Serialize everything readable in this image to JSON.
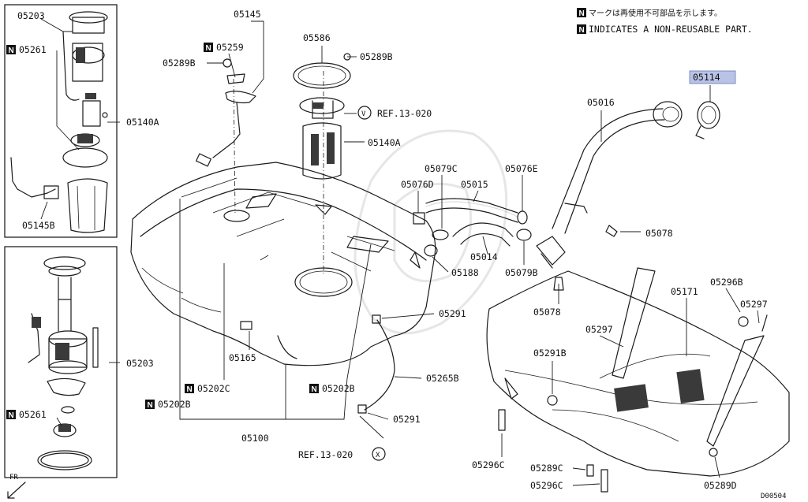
{
  "legend": {
    "n_mark": "N",
    "line_jp": "マークは再使用不可部品を示します。",
    "line_en": "INDICATES A NON-REUSABLE PART."
  },
  "labels": {
    "p05203_top": "05203",
    "p05261_top": "05261",
    "p05140A_left": "05140A",
    "p05145B": "05145B",
    "p05203_mid": "05203",
    "p05261_bot": "05261",
    "p05145": "05145",
    "p05259": "05259",
    "p05289B_left": "05289B",
    "p05586": "05586",
    "p05289B_right": "05289B",
    "ref_v": "REF.13-020",
    "circle_v": "V",
    "p05140A_center": "05140A",
    "p05079C": "05079C",
    "p05076D": "05076D",
    "p05015": "05015",
    "p05076E": "05076E",
    "p05014": "05014",
    "p05188": "05188",
    "p05079B": "05079B",
    "p05016": "05016",
    "p05114": "05114",
    "p05078_right": "05078",
    "p05078_low": "05078",
    "p05171": "05171",
    "p05296B": "05296B",
    "p05297_right": "05297",
    "p05297_mid": "05297",
    "p05291B": "05291B",
    "p05291_upper": "05291",
    "p05165": "05165",
    "p05202C": "05202C",
    "p05202B_left": "05202B",
    "p05202B_right": "05202B",
    "p05265B": "05265B",
    "p05291_lower": "05291",
    "p05100": "05100",
    "ref_x": "REF.13-020",
    "circle_x": "X",
    "p05296C_left": "05296C",
    "p05289C": "05289C",
    "p05296C_bot": "05296C",
    "p05289D": "05289D",
    "fr": "FR",
    "code": "D00504"
  },
  "colors": {
    "highlight": "#b9c3e6",
    "line": "#1a1a1a",
    "n_badge": "#111111"
  }
}
